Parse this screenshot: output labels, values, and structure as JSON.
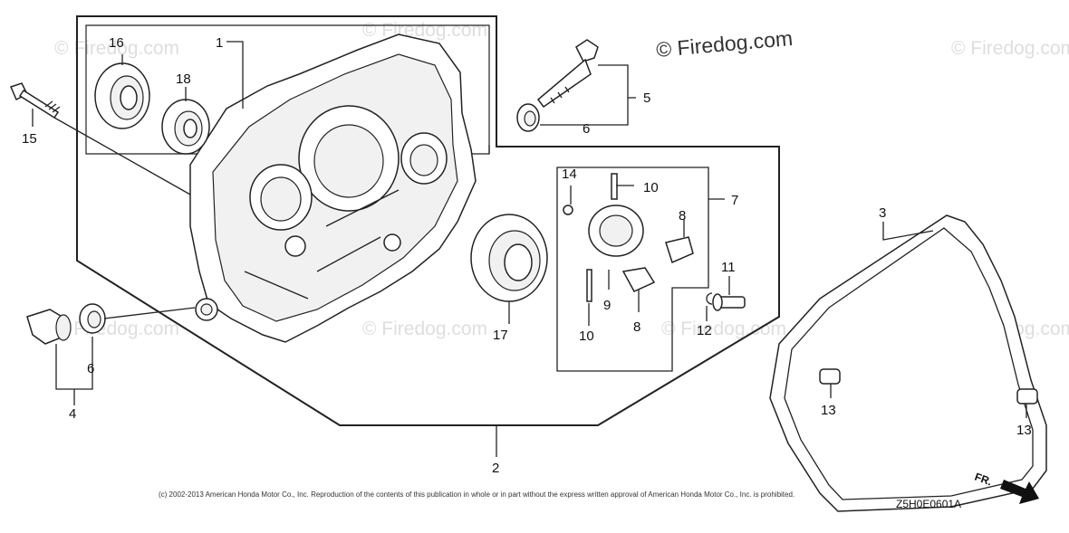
{
  "watermarks": {
    "main": "© Firedog.com",
    "faint": "© Firedog.com"
  },
  "callouts": {
    "c1": "1",
    "c2": "2",
    "c3": "3",
    "c4": "4",
    "c5": "5",
    "c6a": "6",
    "c6b": "6",
    "c7": "7",
    "c8a": "8",
    "c8b": "8",
    "c9": "9",
    "c10a": "10",
    "c10b": "10",
    "c11": "11",
    "c12": "12",
    "c13a": "13",
    "c13b": "13",
    "c14": "14",
    "c15": "15",
    "c16": "16",
    "c17": "17",
    "c18": "18"
  },
  "copyright": "(c) 2002-2013 American Honda Motor Co., Inc. Reproduction of the contents of this publication in whole or in part without the express written approval of American Honda Motor Co., Inc. is prohibited.",
  "diagram_code": "Z5H0E0601A",
  "front_marker": "FR."
}
